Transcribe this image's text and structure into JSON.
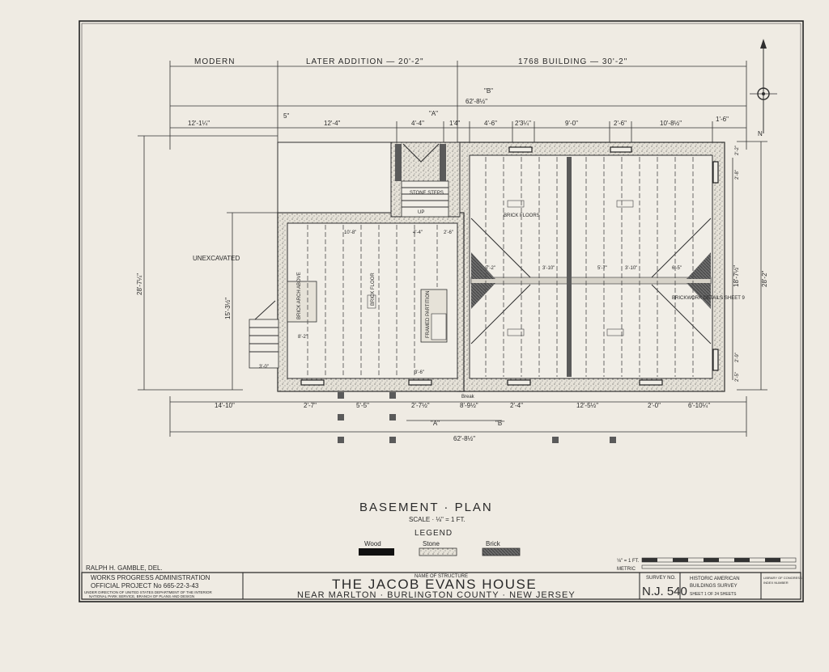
{
  "plan": {
    "top_dims": {
      "modern": "MODERN",
      "later_addition": "LATER ADDITION — 20'-2\"",
      "building_1768": "1768 BUILDING — 30'-2\"",
      "overall": "62'-8½\"",
      "row2": [
        "12'-1¼\"",
        "5\"",
        "12'-4\"",
        "4'-4\"",
        "\"A\"",
        "\"B\"",
        "1'4\"",
        "4'-6\"",
        "2'3¼\"",
        "9'-0\"",
        "2'-6\"",
        "10'-8½\"",
        "1'-6\""
      ]
    },
    "left_dims": {
      "overall": "28'-7¼\"",
      "lower": "15'-3½\""
    },
    "right_dims": {
      "overall": "28'-2\"",
      "inner": "18'-7½\"",
      "top": "2'-8\"",
      "top2": "2'-2\"",
      "bottom": "2'-5\"",
      "bottom2": "2'-9\""
    },
    "bottom_dims": {
      "row1": [
        "14'-10\"",
        "2'-7\"",
        "5'-5\"",
        "2'-7½\"",
        "8'-9½\"",
        "2'-4\"",
        "12'-5½\"",
        "2'-0\"",
        "6'-10¼\""
      ],
      "section_a": "\"A\"",
      "section_b": "\"B\"",
      "overall": "62'-8½\""
    },
    "labels": {
      "unexcavated": "UNEXCAVATED",
      "brick_floor_left": "BRICK FLOOR",
      "brick_floors": "BRICK FLOORS",
      "stone_steps": "STONE STEPS",
      "up_label": "UP",
      "brick_arch_above": "BRICK ARCH ABOVE",
      "framed_partition": "FRAMED PARTITION",
      "brickwork_details": "BRICKWORK DETAILS SHEET 9",
      "break": "Break",
      "inner_dims": [
        "10'-8\"",
        "4'-4\"",
        "2'-6\"",
        "7'-2\"",
        "3'-10\"",
        "5'-7\"",
        "3'-10\"",
        "6'-5\"",
        "8'-2\"",
        "3'-6\"",
        "3'-0\""
      ]
    }
  },
  "drawing_title": {
    "title": "BASEMENT · PLAN",
    "scale": "SCALE · ⅛\" = 1 FT.",
    "legend_heading": "LEGEND",
    "legend": [
      {
        "label": "Wood",
        "color": "#111111"
      },
      {
        "label": "Stone",
        "color": "#e0dccf"
      },
      {
        "label": "Brick",
        "color": "#6a6a6a"
      }
    ]
  },
  "title_block": {
    "delineator": "RALPH H. GAMBLE, DEL.",
    "wpa_line1": "WORKS PROGRESS ADMINISTRATION",
    "wpa_line2": "OFFICIAL PROJECT No 665-22-3-43",
    "wpa_line3": "UNDER DIRECTION OF UNITED STATES DEPARTMENT OF THE INTERIOR",
    "wpa_line4": "NATIONAL PARK SERVICE, BRANCH OF PLANS AND DESIGN",
    "name_caption": "NAME OF STRUCTURE",
    "structure_name": "THE JACOB EVANS HOUSE",
    "location": "NEAR MARLTON · BURLINGTON COUNTY · NEW JERSEY",
    "survey_caption": "SURVEY NO.",
    "survey_no": "N.J. 540",
    "habs1": "HISTORIC AMERICAN",
    "habs2": "BUILDINGS SURVEY",
    "sheet": "SHEET 1 OF 24 SHEETS",
    "library": "LIBRARY OF CONGRESS",
    "index": "INDEX NUMBER",
    "scale_bar_label": "⅛\" = 1 FT.",
    "metric": "METRIC"
  },
  "north_arrow": {
    "label": "N"
  }
}
